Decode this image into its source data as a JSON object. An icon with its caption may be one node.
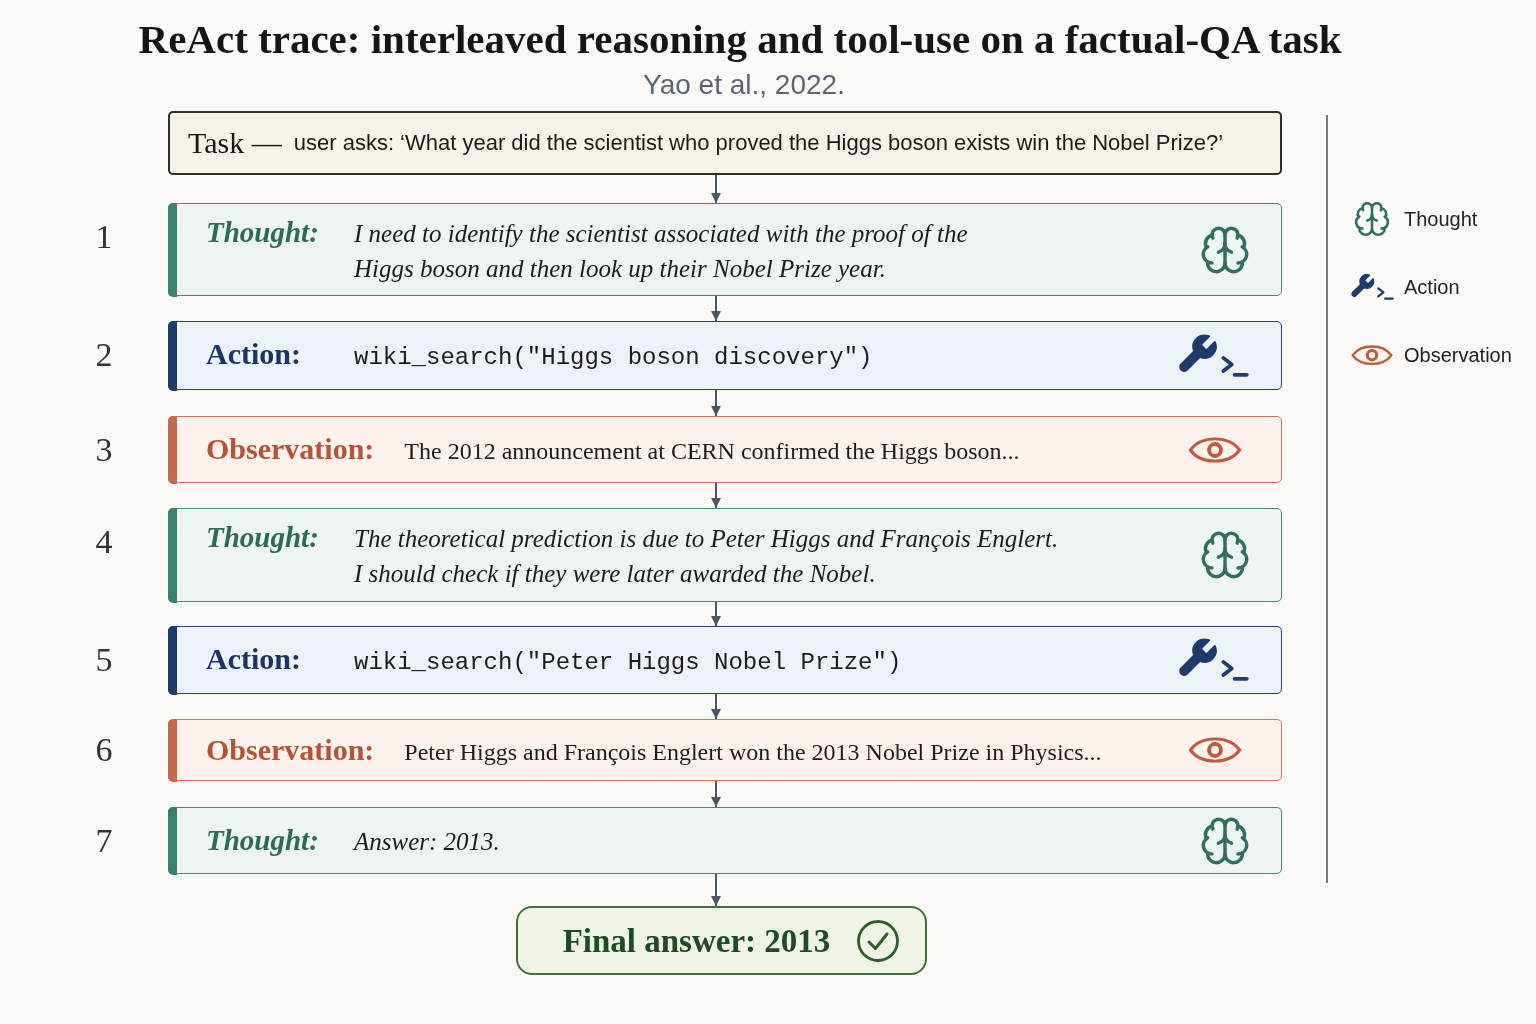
{
  "diagram": {
    "title": "ReAct trace: interleaved reasoning and tool-use on a factual-QA task",
    "caption": "Yao et al., 2022.",
    "nodes": [
      {
        "text": [
          "Task —",
          "user asks: ‘What year did the scientist who proved the Higgs boson exists win the Nobel Prize?’"
        ]
      },
      {
        "text": [
          "Thought:",
          "I need to identify the scientist associated with the proof of the Higgs boson and then look up their Nobel Prize year."
        ],
        "beside": [
          "1"
        ]
      },
      {
        "text": [
          "Action:",
          "wiki_search(\"Higgs boson discovery\")"
        ],
        "beside": [
          "2"
        ]
      },
      {
        "text": [
          "Observation:",
          "The 2012 announcement at CERN confirmed the Higgs boson..."
        ],
        "beside": [
          "3"
        ]
      },
      {
        "text": [
          "Thought:",
          "The theoretical prediction is due to Peter Higgs and François Englert. I should check if they were later awarded the Nobel."
        ],
        "beside": [
          "4"
        ]
      },
      {
        "text": [
          "Action:",
          "wiki_search(\"Peter Higgs Nobel Prize\")"
        ],
        "beside": [
          "5"
        ]
      },
      {
        "text": [
          "Observation:",
          "Peter Higgs and François Englert won the 2013 Nobel Prize in Physics..."
        ],
        "beside": [
          "6"
        ]
      },
      {
        "text": [
          "Thought:",
          "Answer: 2013."
        ],
        "beside": [
          "7"
        ]
      },
      {
        "text": [
          "Final answer: 2013"
        ]
      }
    ],
    "edges": [
      {
        "from": 0,
        "to": 1,
        "arrow": "to"
      },
      {
        "from": 1,
        "to": 2,
        "arrow": "to"
      },
      {
        "from": 2,
        "to": 3,
        "arrow": "to"
      },
      {
        "from": 3,
        "to": 4,
        "arrow": "to"
      },
      {
        "from": 4,
        "to": 5,
        "arrow": "to"
      },
      {
        "from": 5,
        "to": 6,
        "arrow": "to"
      },
      {
        "from": 6,
        "to": 7,
        "arrow": "to"
      },
      {
        "from": 7,
        "to": 8,
        "arrow": "to"
      }
    ],
    "legend": [
      {
        "text": "Thought"
      },
      {
        "text": "Action"
      },
      {
        "text": "Observation"
      }
    ]
  }
}
